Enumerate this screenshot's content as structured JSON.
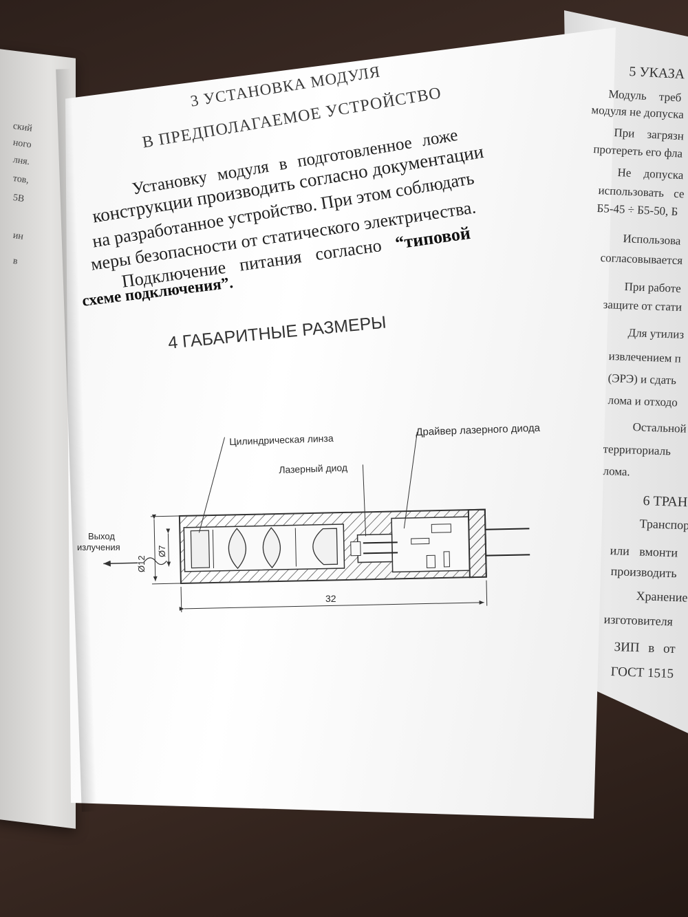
{
  "section3": {
    "heading_line1": "3 УСТАНОВКА МОДУЛЯ",
    "heading_line2": "В ПРЕДПОЛАГАЕМОЕ УСТРОЙСТВО",
    "lines": [
      "Установку модуля в подготовленное ложе",
      "конструкции производить согласно документации",
      "на разработанное устройство. При этом соблюдать",
      "меры безопасности от статического электричества."
    ],
    "power_line_start": "Подключение питания согласно",
    "power_line_bold": "“типовой",
    "power_line2_bold": "схеме подключения",
    "power_line2_end": "”."
  },
  "section4": {
    "heading": "4 ГАБАРИТНЫЕ  РАЗМЕРЫ"
  },
  "drawing_labels": {
    "lens": "Цилиндрическая линза",
    "driver": "Драйвер лазерного диода",
    "diode": "Лазерный диод",
    "output_line1": "Выход",
    "output_line2": "излучения",
    "dim_d12": "Ø12",
    "dim_d7": "Ø7",
    "dim_length": "32"
  },
  "right_panel": {
    "heading": "5 УКАЗА",
    "lines": [
      "Модуль треб",
      "модуля не допуска",
      "При загрязн",
      "протереть его фла",
      "Не допуска",
      "использовать се",
      "Б5-45 ÷ Б5-50, Б",
      "Использова",
      "согласовывается",
      "При работе",
      "защите от стати",
      "Для утилиз",
      "извлечением п",
      "(ЭРЭ) и сдать",
      "лома и отходо",
      "Остальной",
      "территориаль",
      "лома."
    ],
    "heading6": "6 ТРАН",
    "lines6": [
      "Транспор",
      "или вмонти",
      "производить",
      "Хранение",
      "изготовителя",
      "ЗИП в от",
      "ГОСТ 1515"
    ]
  },
  "left_panel": {
    "lines": [
      "ский",
      "ного",
      "лня.",
      "тов,",
      "5В",
      "ин",
      "в"
    ]
  }
}
